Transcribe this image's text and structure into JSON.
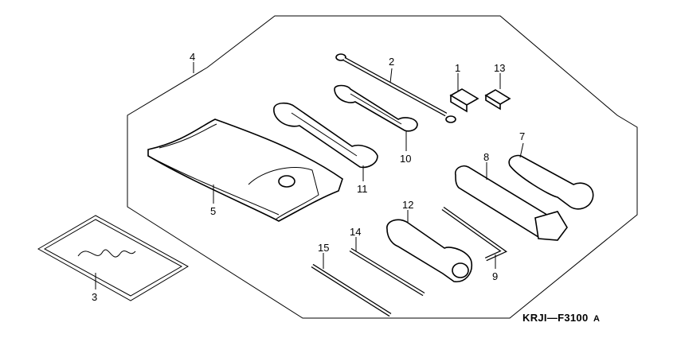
{
  "callouts": [
    {
      "id": "1",
      "text": "1"
    },
    {
      "id": "2",
      "text": "2"
    },
    {
      "id": "3",
      "text": "3"
    },
    {
      "id": "4",
      "text": "4"
    },
    {
      "id": "5",
      "text": "5"
    },
    {
      "id": "7",
      "text": "7"
    },
    {
      "id": "8",
      "text": "8"
    },
    {
      "id": "9",
      "text": "9"
    },
    {
      "id": "10",
      "text": "10"
    },
    {
      "id": "11",
      "text": "11"
    },
    {
      "id": "12",
      "text": "12"
    },
    {
      "id": "13",
      "text": "13"
    },
    {
      "id": "14",
      "text": "14"
    },
    {
      "id": "15",
      "text": "15"
    }
  ],
  "diagram_code": "KRJI—F3100",
  "diagram_suffix": "A"
}
